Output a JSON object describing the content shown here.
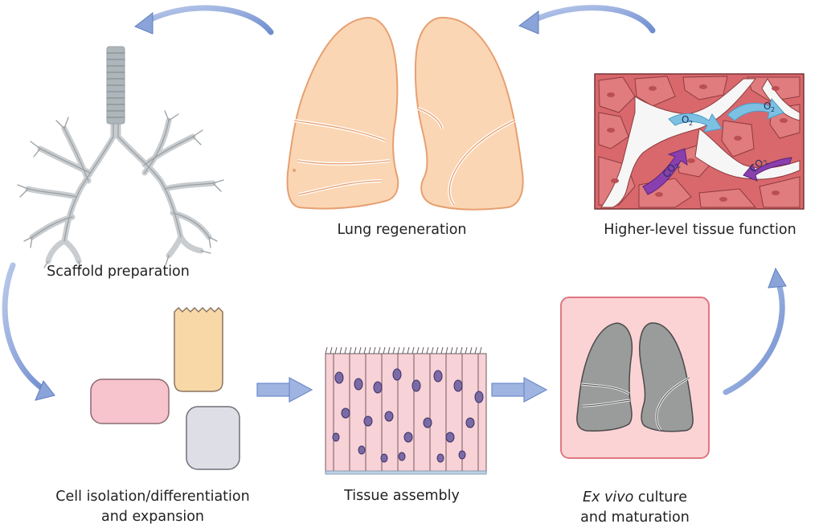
{
  "colors": {
    "arrow": "#8aa3d8",
    "lung_fill": "#fbd6b4",
    "lung_stroke": "#e6a071",
    "grey_lung": "#9a9c9b",
    "tissue": "#d8686c",
    "o2": "#7cc0e2",
    "co2": "#8a3fae"
  },
  "labels": {
    "scaffold": "Scaffold preparation",
    "lung_regen": "Lung regeneration",
    "higher_level": "Higher-level tissue function",
    "cell_iso_1": "Cell isolation/differentiation",
    "cell_iso_2": "and expansion",
    "tissue_assembly": "Tissue assembly",
    "exvivo_italic": "Ex vivo",
    "exvivo_rest": " culture",
    "exvivo_2": "and maturation"
  },
  "gas": {
    "o2": "O",
    "co2": "CO",
    "sub2": "2"
  },
  "icons": [
    "airway-scaffold-icon",
    "lung-icon",
    "alveolar-tissue-icon",
    "cell-shapes-icon",
    "epithelium-icon",
    "bioreactor-lung-icon"
  ]
}
